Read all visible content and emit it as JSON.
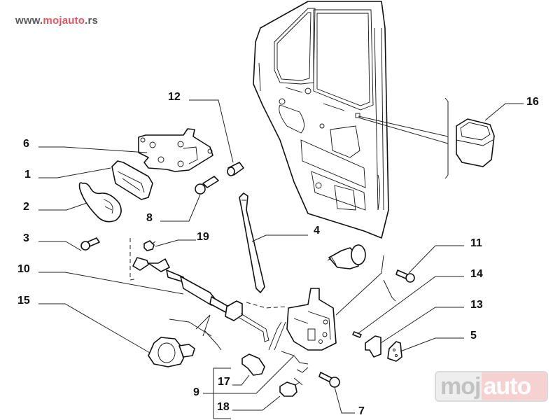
{
  "header": {
    "url_prefix": "www.",
    "url_brand": "mojauto",
    "url_suffix": ".rs"
  },
  "watermark": {
    "part1": "moj",
    "part2": "auto"
  },
  "diagram": {
    "title": "Door lock assembly exploded parts diagram",
    "callouts": [
      {
        "id": "1",
        "label": "1",
        "part": "handle bracket"
      },
      {
        "id": "2",
        "label": "2",
        "part": "inner door handle"
      },
      {
        "id": "3",
        "label": "3",
        "part": "screw"
      },
      {
        "id": "4",
        "label": "4",
        "part": "lock rod"
      },
      {
        "id": "5",
        "label": "5",
        "part": "plate"
      },
      {
        "id": "6",
        "label": "6",
        "part": "handle support"
      },
      {
        "id": "7",
        "label": "7",
        "part": "bolt"
      },
      {
        "id": "8",
        "label": "8",
        "part": "bolt"
      },
      {
        "id": "9",
        "label": "9",
        "part": "door lock"
      },
      {
        "id": "10",
        "label": "10",
        "part": "control cable"
      },
      {
        "id": "11",
        "label": "11",
        "part": "bolt"
      },
      {
        "id": "12",
        "label": "12",
        "part": "bush"
      },
      {
        "id": "13",
        "label": "13",
        "part": "bracket"
      },
      {
        "id": "14",
        "label": "14",
        "part": "pin"
      },
      {
        "id": "15",
        "label": "15",
        "part": "knob"
      },
      {
        "id": "16",
        "label": "16",
        "part": "plug"
      },
      {
        "id": "17",
        "label": "17",
        "part": "clip"
      },
      {
        "id": "18",
        "label": "18",
        "part": "clip"
      },
      {
        "id": "19",
        "label": "19",
        "part": "clip"
      }
    ]
  },
  "colors": {
    "url_text": "#58595b",
    "url_brand": "#e05560",
    "watermark_gray": "#b8b8b8",
    "watermark_pink": "#f5c9c9"
  }
}
